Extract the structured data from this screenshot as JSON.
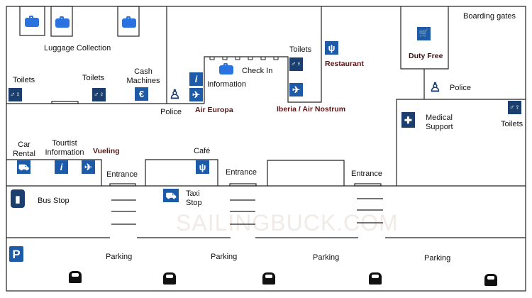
{
  "watermark": "SAILINGBUCK.COM",
  "labels": {
    "luggage_collection": "Luggage Collection",
    "toilets": "Toilets",
    "cash_machines_1": "Cash",
    "cash_machines_2": "Machines",
    "police": "Police",
    "air_europa": "Air Europa",
    "check_in": "Check In",
    "information": "Information",
    "iberia": "Iberia / Air Nostrum",
    "restaurant": "Restaurant",
    "duty_free": "Duty Free",
    "boarding_gates": "Boarding gates",
    "medical_1": "Medical",
    "medical_2": "Support",
    "car_rental_1": "Car",
    "car_rental_2": "Rental",
    "tourist_info_1": "Tourtist",
    "tourist_info_2": "Information",
    "vueling": "Vueling",
    "cafe": "Café",
    "entrance": "Entrance",
    "bus_stop": "Bus Stop",
    "taxi_1": "Taxi",
    "taxi_2": "Stop",
    "parking": "Parking"
  },
  "glyphs": {
    "euro": "€",
    "info": "i",
    "plane": "✈",
    "toilets": "♂♀",
    "cart": "🛒",
    "fork": "ψ",
    "police": "♙",
    "medical": "✚",
    "car": "⛟",
    "bus": "▮",
    "taxi": "⛟",
    "parking": "P"
  },
  "colors": {
    "icon": "#1d5aa8",
    "luggage": "#2a72e0",
    "airline_label": "#5a1616"
  }
}
